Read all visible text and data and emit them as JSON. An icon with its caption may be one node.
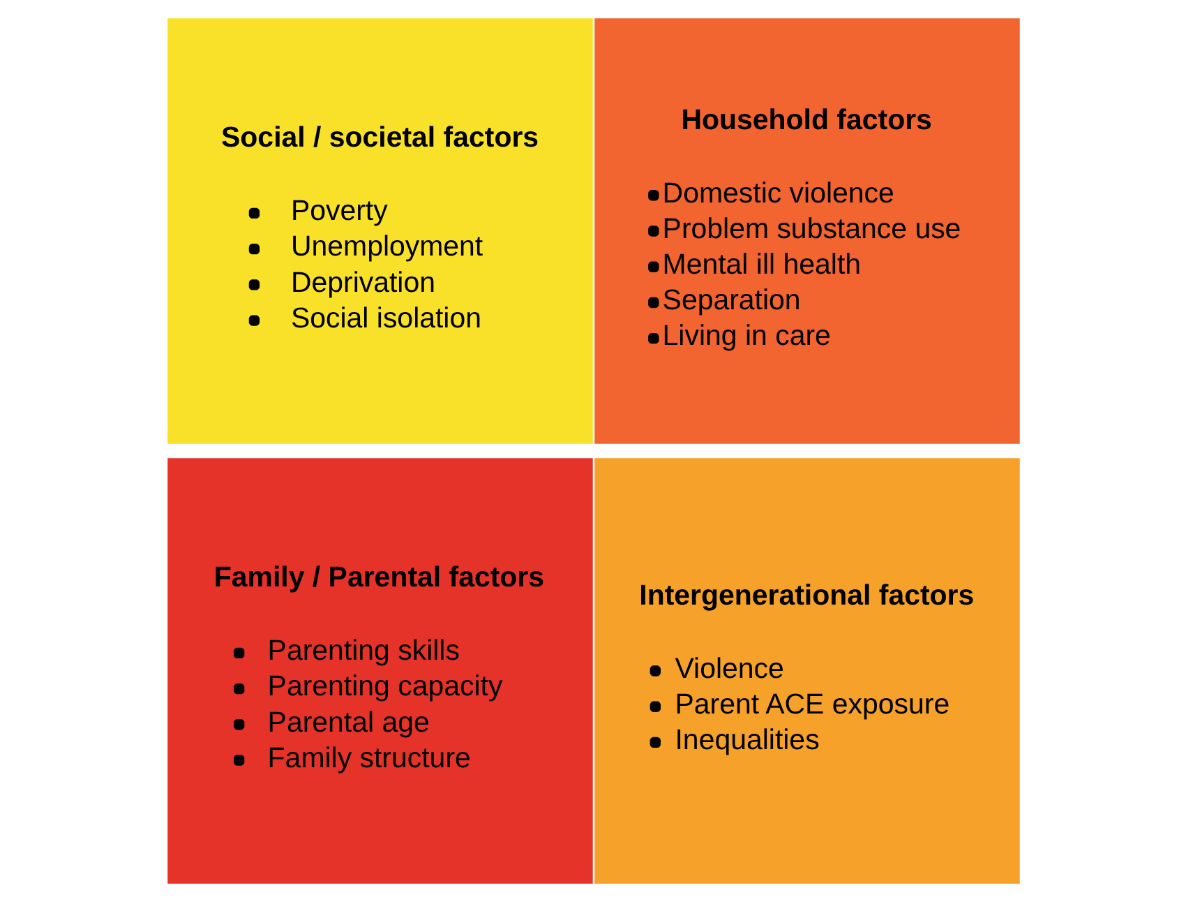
{
  "diagram": {
    "nodes": [
      {
        "text": [
          "Social / societal factors",
          "Poverty",
          "Unemployment",
          "Deprivation",
          "Social isolation"
        ]
      },
      {
        "text": [
          "Household factors",
          "Domestic violence",
          "Problem substance use",
          "Mental ill health",
          "Separation",
          "Living in care"
        ]
      },
      {
        "text": [
          "Family / Parental factors",
          "Parenting skills",
          "Parenting capacity",
          "Parental age",
          "Family structure"
        ]
      },
      {
        "text": [
          "Intergenerational factors",
          "Violence",
          "Parent ACE exposure",
          "Inequalities"
        ]
      }
    ]
  }
}
